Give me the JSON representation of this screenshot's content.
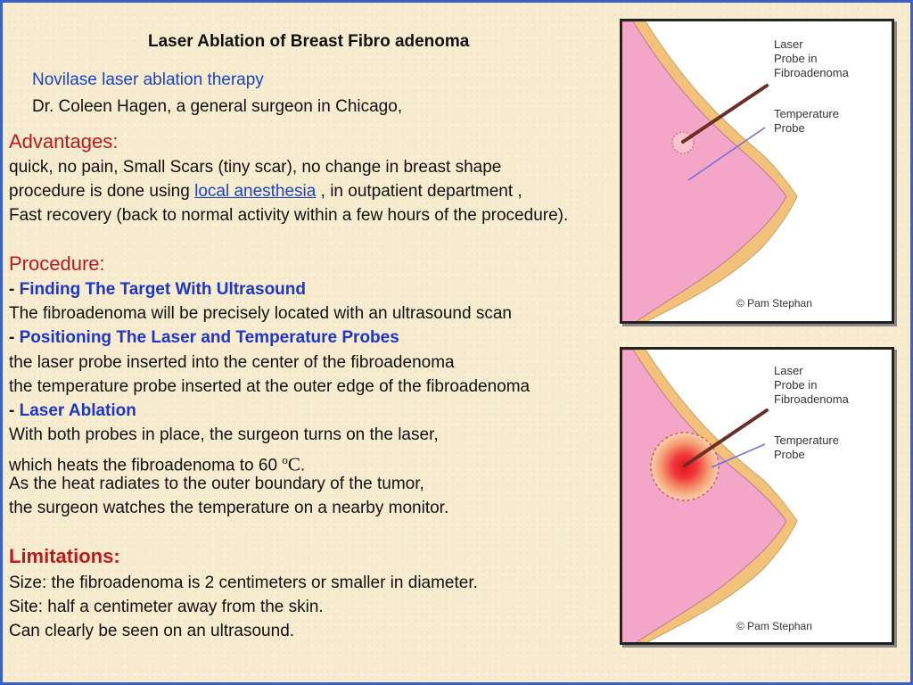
{
  "title": "Laser Ablation of Breast Fibro adenoma",
  "link_text": "Novilase laser ablation therapy",
  "surgeon": "Dr. Coleen Hagen, a general surgeon in Chicago,",
  "advantages": {
    "heading": "Advantages:",
    "line1": "quick, no pain, Small Scars (tiny scar), no change in breast shape",
    "line2_pre": "procedure is done using ",
    "line2_link": "local anesthesia",
    "line2_post": " , in outpatient department ,",
    "line3": "Fast recovery (back to normal activity within a few hours of the procedure)."
  },
  "procedure": {
    "heading": "Procedure:",
    "dash": "- ",
    "step1_title": "Finding The Target With Ultrasound",
    "step1_text": "The fibroadenoma will be precisely located with an ultrasound scan",
    "step2_title": "Positioning The Laser and Temperature Probes",
    "step2_line1": "the laser probe inserted into the center of the fibroadenoma",
    "step2_line2": "the temperature probe inserted at the outer edge of the fibroadenoma",
    "step3_title": "Laser Ablation",
    "step3_line1": "With both probes in place, the surgeon turns on the laser,",
    "step3_line2_pre": "which heats the fibroadenoma to 60 ",
    "step3_deg": "o",
    "step3_unit": "C",
    "step3_period": ".",
    "step3_line3": "As the heat radiates to the outer boundary of the tumor,",
    "step3_line4": "the surgeon watches the temperature on a nearby monitor."
  },
  "limitations": {
    "heading": "Limitations:",
    "line1": "Size: the fibroadenoma is 2 centimeters or smaller in diameter.",
    "line2": "Site: half a centimeter away from the skin.",
    "line3": "Can clearly be seen on an ultrasound."
  },
  "figure": {
    "laser_label": [
      "Laser",
      "Probe in",
      "Fibroadenoma"
    ],
    "temp_label": [
      "Temperature",
      "Probe"
    ],
    "credit": "© Pam Stephan"
  },
  "colors": {
    "link": "#1a44c8",
    "section_heading": "#c0171c",
    "step_title": "#1b36c9",
    "breast_fill": "#f4a6c8",
    "fat_layer": "#f3c27a",
    "heat_core": "#e8101a"
  }
}
